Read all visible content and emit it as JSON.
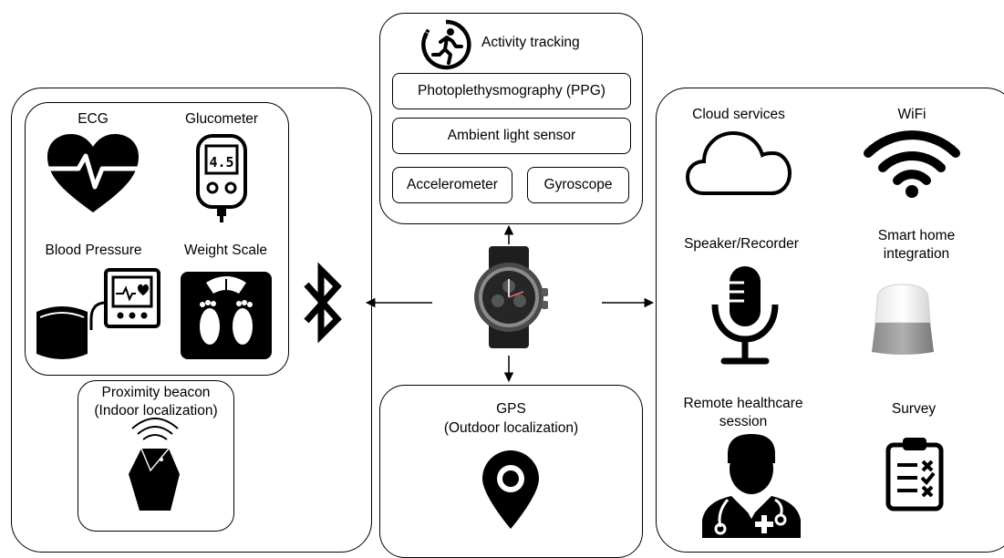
{
  "left_panel": {
    "devices": {
      "ecg": {
        "label": "ECG",
        "icon": "heart-ecg-icon"
      },
      "glucometer": {
        "label": "Glucometer",
        "reading": "4.5",
        "icon": "glucometer-icon"
      },
      "blood_pressure": {
        "label": "Blood Pressure",
        "icon": "blood-pressure-monitor-icon"
      },
      "weight_scale": {
        "label": "Weight Scale",
        "icon": "weight-scale-icon"
      }
    },
    "connectivity_icon": "bluetooth-icon",
    "beacon": {
      "label_line1": "Proximity beacon",
      "label_line2": "(Indoor localization)",
      "icon": "beacon-icon"
    }
  },
  "center_top": {
    "title": "Activity tracking",
    "icon": "running-person-icon",
    "sensors": {
      "ppg": "Photoplethysmography (PPG)",
      "ambient": "Ambient light sensor",
      "accelerometer": "Accelerometer",
      "gyroscope": "Gyroscope"
    }
  },
  "center_device": {
    "icon": "smartwatch-icon"
  },
  "center_bottom": {
    "title_line1": "GPS",
    "title_line2": "(Outdoor localization)",
    "icon": "map-pin-icon"
  },
  "right_panel": {
    "cloud": {
      "label": "Cloud services",
      "icon": "cloud-icon"
    },
    "wifi": {
      "label": "WiFi",
      "icon": "wifi-icon"
    },
    "speaker": {
      "label": "Speaker/Recorder",
      "icon": "microphone-icon"
    },
    "smart_home": {
      "label_line1": "Smart home",
      "label_line2": "integration",
      "icon": "smart-speaker-icon"
    },
    "remote": {
      "label_line1": "Remote healthcare",
      "label_line2": "session",
      "icon": "doctor-icon"
    },
    "survey": {
      "label": "Survey",
      "icon": "clipboard-icon"
    }
  }
}
